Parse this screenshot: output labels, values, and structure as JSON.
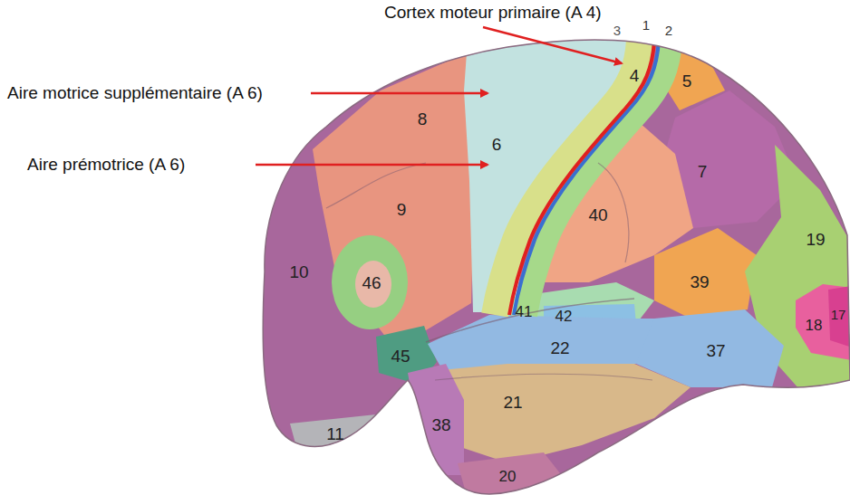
{
  "diagram": {
    "labels": [
      "Cortex moteur primaire (A 4)",
      "Aire motrice supplémentaire (A 6)",
      "Aire prémotrice (A 6)",
      "3",
      "1",
      "2",
      "4",
      "5",
      "8",
      "6",
      "7",
      "9",
      "40",
      "10",
      "46",
      "41",
      "42",
      "39",
      "19",
      "18",
      "17",
      "22",
      "37",
      "45",
      "21",
      "11",
      "38",
      "20"
    ]
  }
}
